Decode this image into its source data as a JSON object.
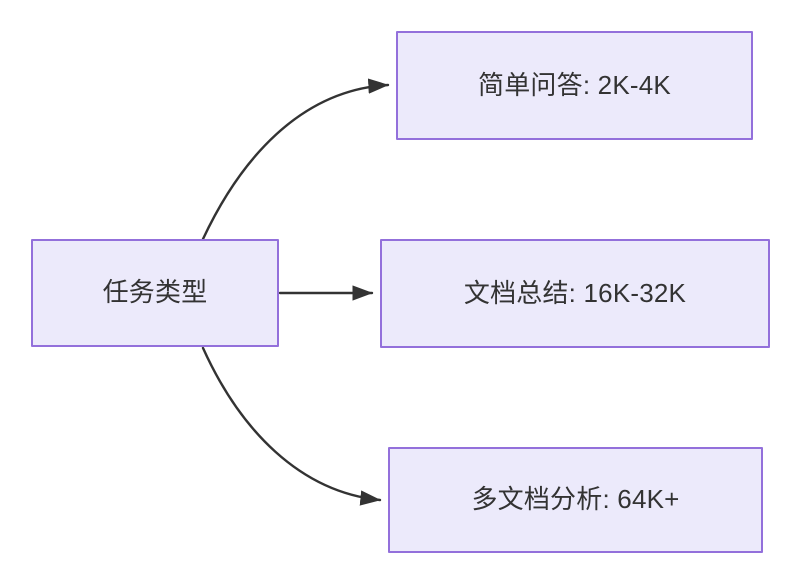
{
  "diagram": {
    "type": "flowchart",
    "direction": "left-to-right",
    "background_color": "#FFFFFF",
    "node_fill_color": "#ECEAFB",
    "node_border_color": "#9370DB",
    "node_text_color": "#333333",
    "edge_color": "#333333",
    "nodes": [
      {
        "id": "root",
        "label": "任务类型",
        "role": "source"
      },
      {
        "id": "simple-qa",
        "label": "简单问答: 2K-4K",
        "role": "target"
      },
      {
        "id": "doc-summary",
        "label": "文档总结: 16K-32K",
        "role": "target"
      },
      {
        "id": "multi-doc",
        "label": "多文档分析: 64K+",
        "role": "target"
      }
    ],
    "edges": [
      {
        "from": "root",
        "to": "simple-qa",
        "style": "curved",
        "arrowhead": "filled-triangle"
      },
      {
        "from": "root",
        "to": "doc-summary",
        "style": "straight",
        "arrowhead": "filled-triangle"
      },
      {
        "from": "root",
        "to": "multi-doc",
        "style": "curved",
        "arrowhead": "filled-triangle"
      }
    ]
  }
}
